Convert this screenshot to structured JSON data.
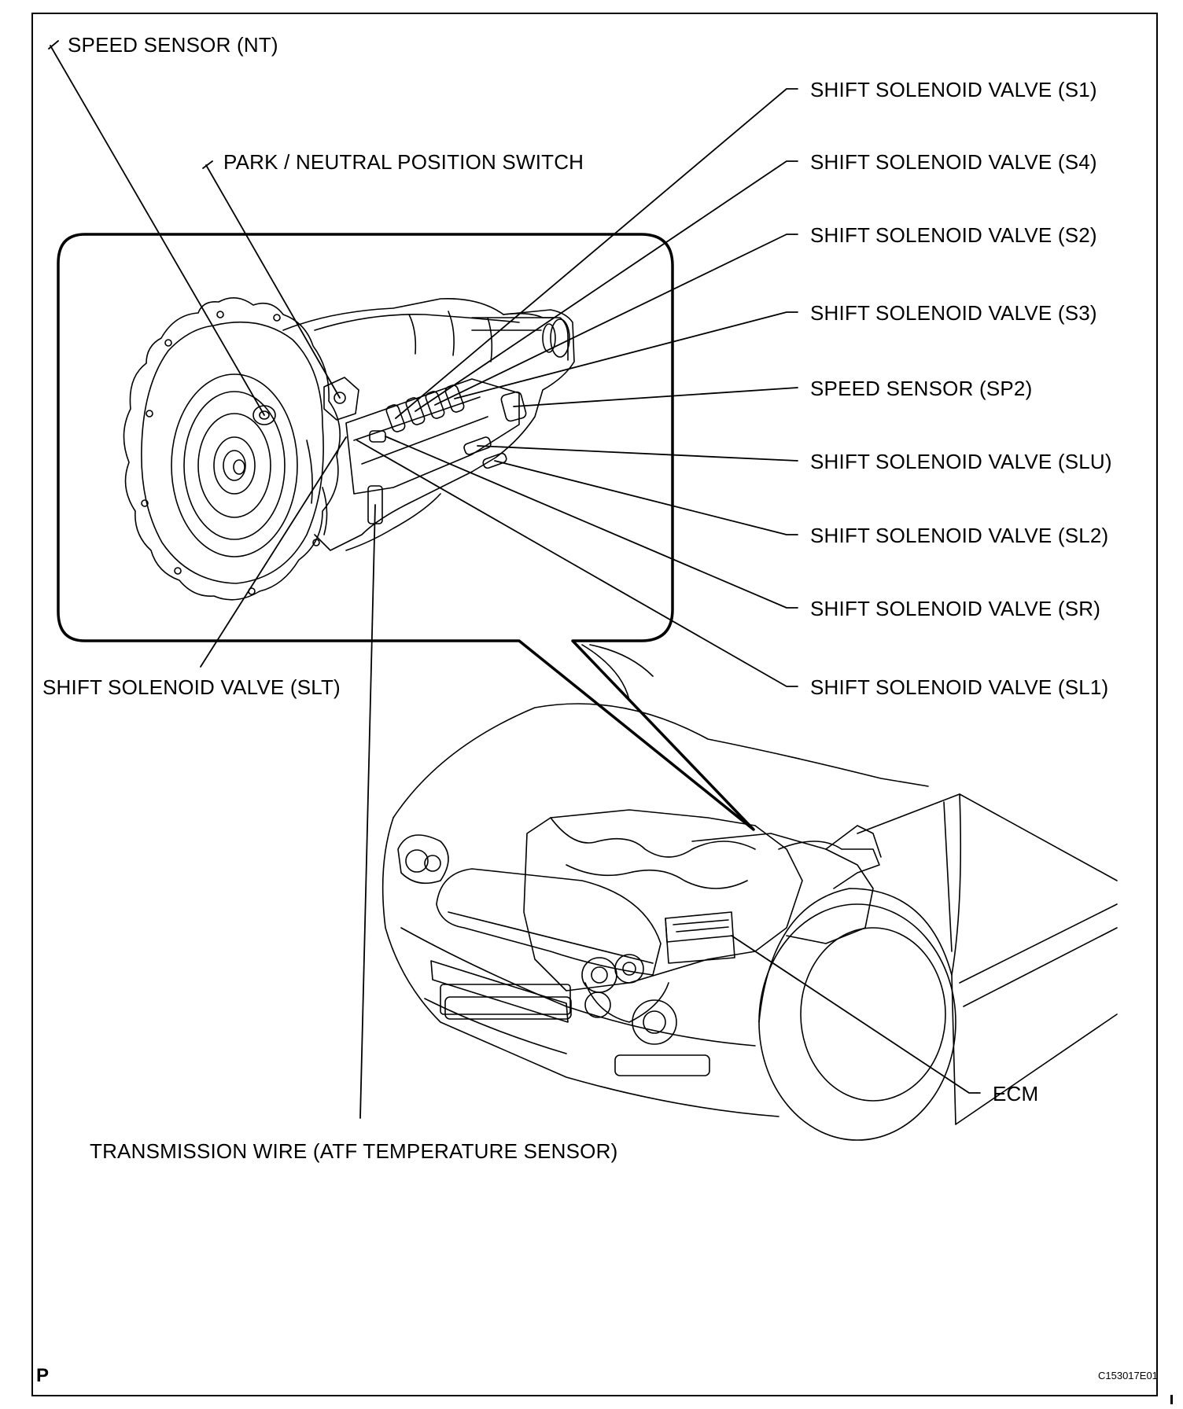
{
  "labels": {
    "speed_sensor_nt": "SPEED SENSOR (NT)",
    "park_neutral_switch": "PARK / NEUTRAL POSITION SWITCH",
    "ssv_s1": "SHIFT SOLENOID VALVE (S1)",
    "ssv_s4": "SHIFT SOLENOID VALVE (S4)",
    "ssv_s2": "SHIFT SOLENOID VALVE (S2)",
    "ssv_s3": "SHIFT SOLENOID VALVE (S3)",
    "speed_sensor_sp2": "SPEED SENSOR (SP2)",
    "ssv_slu": "SHIFT SOLENOID VALVE (SLU)",
    "ssv_sl2": "SHIFT SOLENOID VALVE (SL2)",
    "ssv_sr": "SHIFT SOLENOID VALVE (SR)",
    "ssv_sl1": "SHIFT SOLENOID VALVE (SL1)",
    "ssv_slt": "SHIFT SOLENOID VALVE (SLT)",
    "ecm": "ECM",
    "transmission_wire": "TRANSMISSION WIRE (ATF TEMPERATURE SENSOR)"
  },
  "footer": {
    "corner_mark": "P",
    "figure_id": "C153017E01"
  }
}
